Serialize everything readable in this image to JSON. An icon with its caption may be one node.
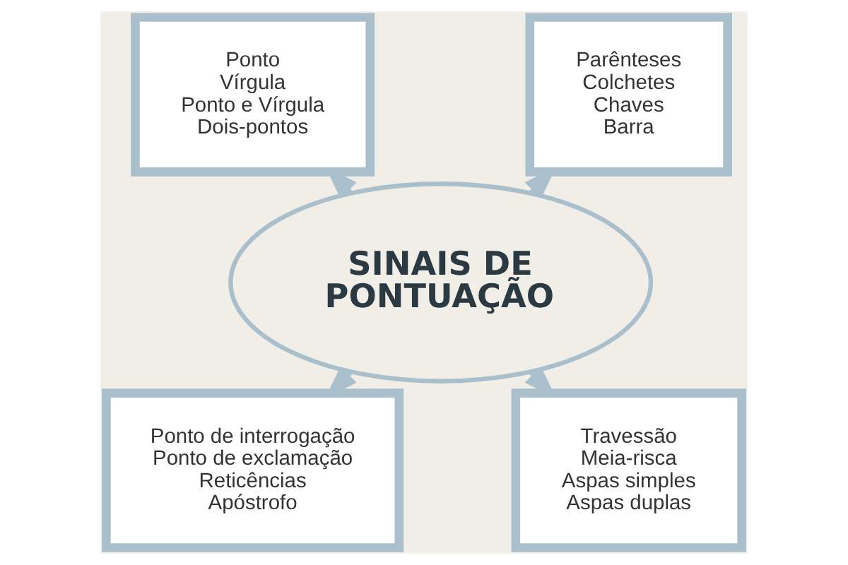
{
  "diagram": {
    "nodes": [
      {
        "text": [
          "SINAIS DE PONTUAÇÃO"
        ]
      },
      {
        "text": [
          "Ponto",
          "Vírgula",
          "Ponto e Vírgula",
          "Dois-pontos"
        ]
      },
      {
        "text": [
          "Parênteses",
          "Colchetes",
          "Chaves",
          "Barra"
        ]
      },
      {
        "text": [
          "Ponto de interrogação",
          "Ponto de exclamação",
          "Reticências",
          "Apóstrofo"
        ]
      },
      {
        "text": [
          "Travessão",
          "Meia-risca",
          "Aspas simples",
          "Aspas duplas"
        ]
      }
    ],
    "edges": [
      {
        "from": 0,
        "to": 1,
        "arrow": "to"
      },
      {
        "from": 0,
        "to": 2,
        "arrow": "to"
      },
      {
        "from": 0,
        "to": 3,
        "arrow": "to"
      },
      {
        "from": 0,
        "to": 4,
        "arrow": "to"
      }
    ]
  }
}
